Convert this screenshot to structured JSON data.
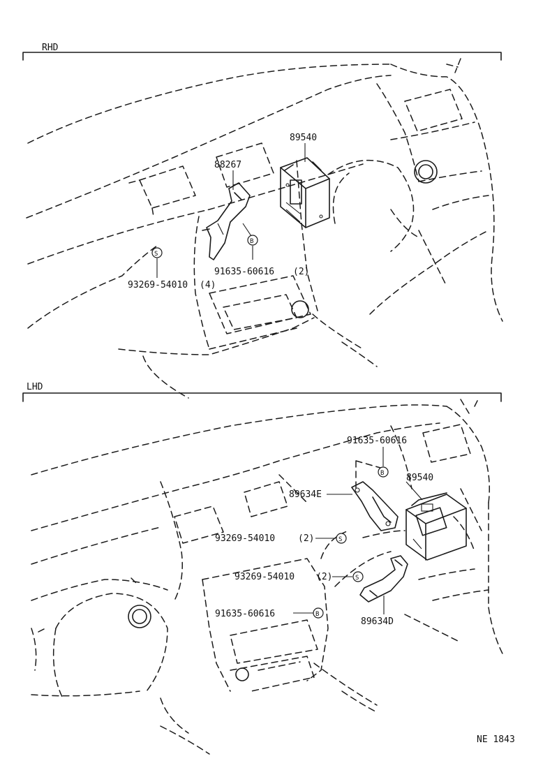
{
  "sections": {
    "rhd": {
      "label": "RHD",
      "parts": {
        "computer": "89540",
        "bracket": "88267",
        "screw_bolt": "93269-54010",
        "screw_qty": "(4)",
        "bolt": "91635-60616",
        "bolt_qty": "(2)"
      },
      "symbols": {
        "screw": "S",
        "bolt": "B"
      }
    },
    "lhd": {
      "label": "LHD",
      "parts": {
        "bolt_top": "91635-60616",
        "computer": "89540",
        "bracket_e": "89634E",
        "screw_1": "93269-54010",
        "screw_1_qty": "(2)",
        "screw_2": "93269-54010",
        "screw_2_qty": "(2)",
        "bolt_bottom": "91635-60616",
        "bracket_d": "89634D"
      },
      "symbols": {
        "screw": "S",
        "bolt": "B"
      }
    }
  },
  "footer": {
    "code": "NE 1843"
  }
}
